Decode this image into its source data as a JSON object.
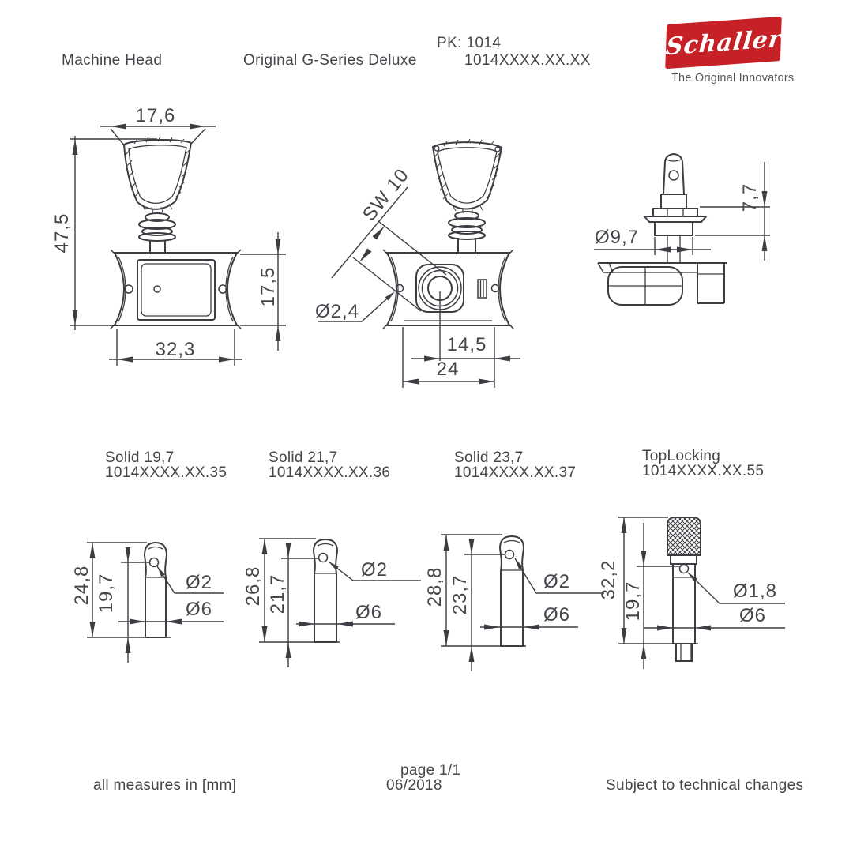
{
  "header": {
    "title": "Machine Head",
    "series": "Original G-Series Deluxe",
    "pk": "PK: 1014",
    "part_number": "1014XXXX.XX.XX",
    "brand": "Schaller",
    "tagline": "The Original Innovators",
    "brand_color": "#c62127"
  },
  "main_views": {
    "front": {
      "button_width": "17,6",
      "total_height": "47,5",
      "plate_height": "17,5",
      "plate_width": "32,3"
    },
    "bottom": {
      "wrench_size": "SW 10",
      "screw_hole_diameter": "Ø2,4",
      "center_to_edge": "14,5",
      "housing_width": "24"
    },
    "side": {
      "bushing_diameter": "Ø9,7",
      "bushing_height": "7,7"
    }
  },
  "variants": [
    {
      "name": "Solid 19,7",
      "code": "1014XXXX.XX.35",
      "total_height": "24,8",
      "post_height": "19,7",
      "hole_diameter": "Ø2",
      "post_diameter": "Ø6"
    },
    {
      "name": "Solid 21,7",
      "code": "1014XXXX.XX.36",
      "total_height": "26,8",
      "post_height": "21,7",
      "hole_diameter": "Ø2",
      "post_diameter": "Ø6"
    },
    {
      "name": "Solid 23,7",
      "code": "1014XXXX.XX.37",
      "total_height": "28,8",
      "post_height": "23,7",
      "hole_diameter": "Ø2",
      "post_diameter": "Ø6"
    },
    {
      "name": "TopLocking",
      "code": "1014XXXX.XX.55",
      "total_height": "32,2",
      "post_height": "19,7",
      "hole_diameter": "Ø1,8",
      "post_diameter": "Ø6"
    }
  ],
  "footer": {
    "units_note": "all measures in [mm]",
    "page": "page 1/1",
    "date": "06/2018",
    "disclaimer": "Subject to technical changes"
  }
}
